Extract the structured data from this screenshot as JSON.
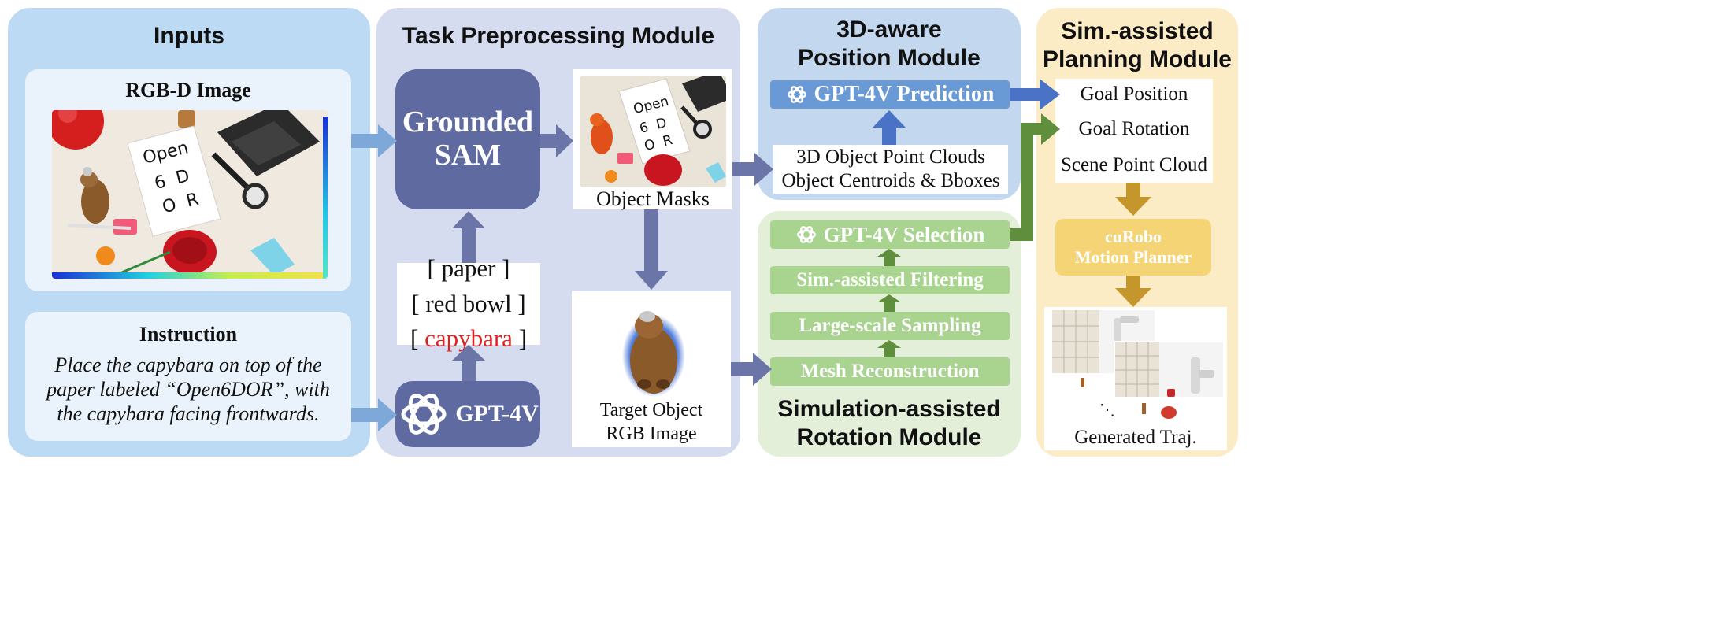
{
  "inputs": {
    "title": "Inputs",
    "rgbd_label": "RGB-D Image",
    "instruction_title": "Instruction",
    "instruction_text": "Place the capybara on top of the paper labeled “Open6DOR”, with the capybara facing frontwards.",
    "photo_paper_text": [
      "Open",
      "6  D",
      "O  R"
    ]
  },
  "task": {
    "title": "Task Preprocessing Module",
    "sam_line1": "Grounded",
    "sam_line2": "SAM",
    "gpt_label": "GPT-4V",
    "objects": [
      "[ paper ]",
      "[ red bowl ]",
      "[ capybara ]"
    ],
    "masks_label": "Object Masks",
    "target_line1": "Target Object",
    "target_line2": "RGB Image",
    "mask_paper_text": [
      "Open",
      "6  D",
      "O  R"
    ]
  },
  "position": {
    "title_line1": "3D-aware",
    "title_line2": "Position Module",
    "prediction": "GPT-4V Prediction",
    "pc_line1": "3D Object Point Clouds",
    "pc_line2": "Object Centroids & Bboxes"
  },
  "rotation": {
    "selection": "GPT-4V Selection",
    "filtering": "Sim.-assisted Filtering",
    "sampling": "Large-scale Sampling",
    "mesh": "Mesh Reconstruction",
    "title_line1": "Simulation-assisted",
    "title_line2": "Rotation Module"
  },
  "planning": {
    "title_line1": "Sim.-assisted",
    "title_line2": "Planning Module",
    "outputs": [
      "Goal Position",
      "Goal Rotation",
      "Scene Point Cloud"
    ],
    "planner_line1": "cuRobo",
    "planner_line2": "Motion Planner",
    "traj_label": "Generated Traj.",
    "traj_dots": "⋱"
  },
  "colors": {
    "inputs_panel": "#bcdaf3",
    "task_panel": "#d5dcef",
    "position_panel": "#c3d7ee",
    "rotation_panel": "#e3efd9",
    "planning_panel": "#fcecc5",
    "dark_block": "#5f6aa0",
    "blue_bar": "#6a9ad6",
    "green_bar": "#a9d490",
    "planner_box": "#f5d475",
    "arrow_light_blue": "#7ea8d8",
    "arrow_slate": "#6b75a7",
    "arrow_blue": "#4a73c8",
    "arrow_green": "#5f8f3c",
    "arrow_gold": "#c4962c",
    "highlight_red": "#e02020"
  }
}
